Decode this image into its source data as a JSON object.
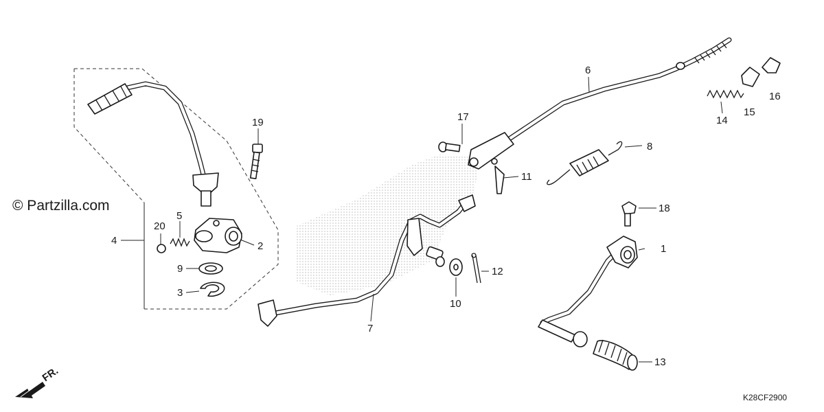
{
  "watermark": "© Partzilla.com",
  "diagram_code": "K28CF2900",
  "front_indicator": "FR.",
  "callouts": {
    "c1": "1",
    "c2": "2",
    "c3": "3",
    "c4": "4",
    "c5": "5",
    "c6": "6",
    "c7": "7",
    "c8": "8",
    "c9": "9",
    "c10": "10",
    "c11": "11",
    "c12": "12",
    "c13": "13",
    "c14": "14",
    "c15": "15",
    "c16": "16",
    "c17": "17",
    "c18": "18",
    "c19": "19",
    "c20": "20"
  }
}
